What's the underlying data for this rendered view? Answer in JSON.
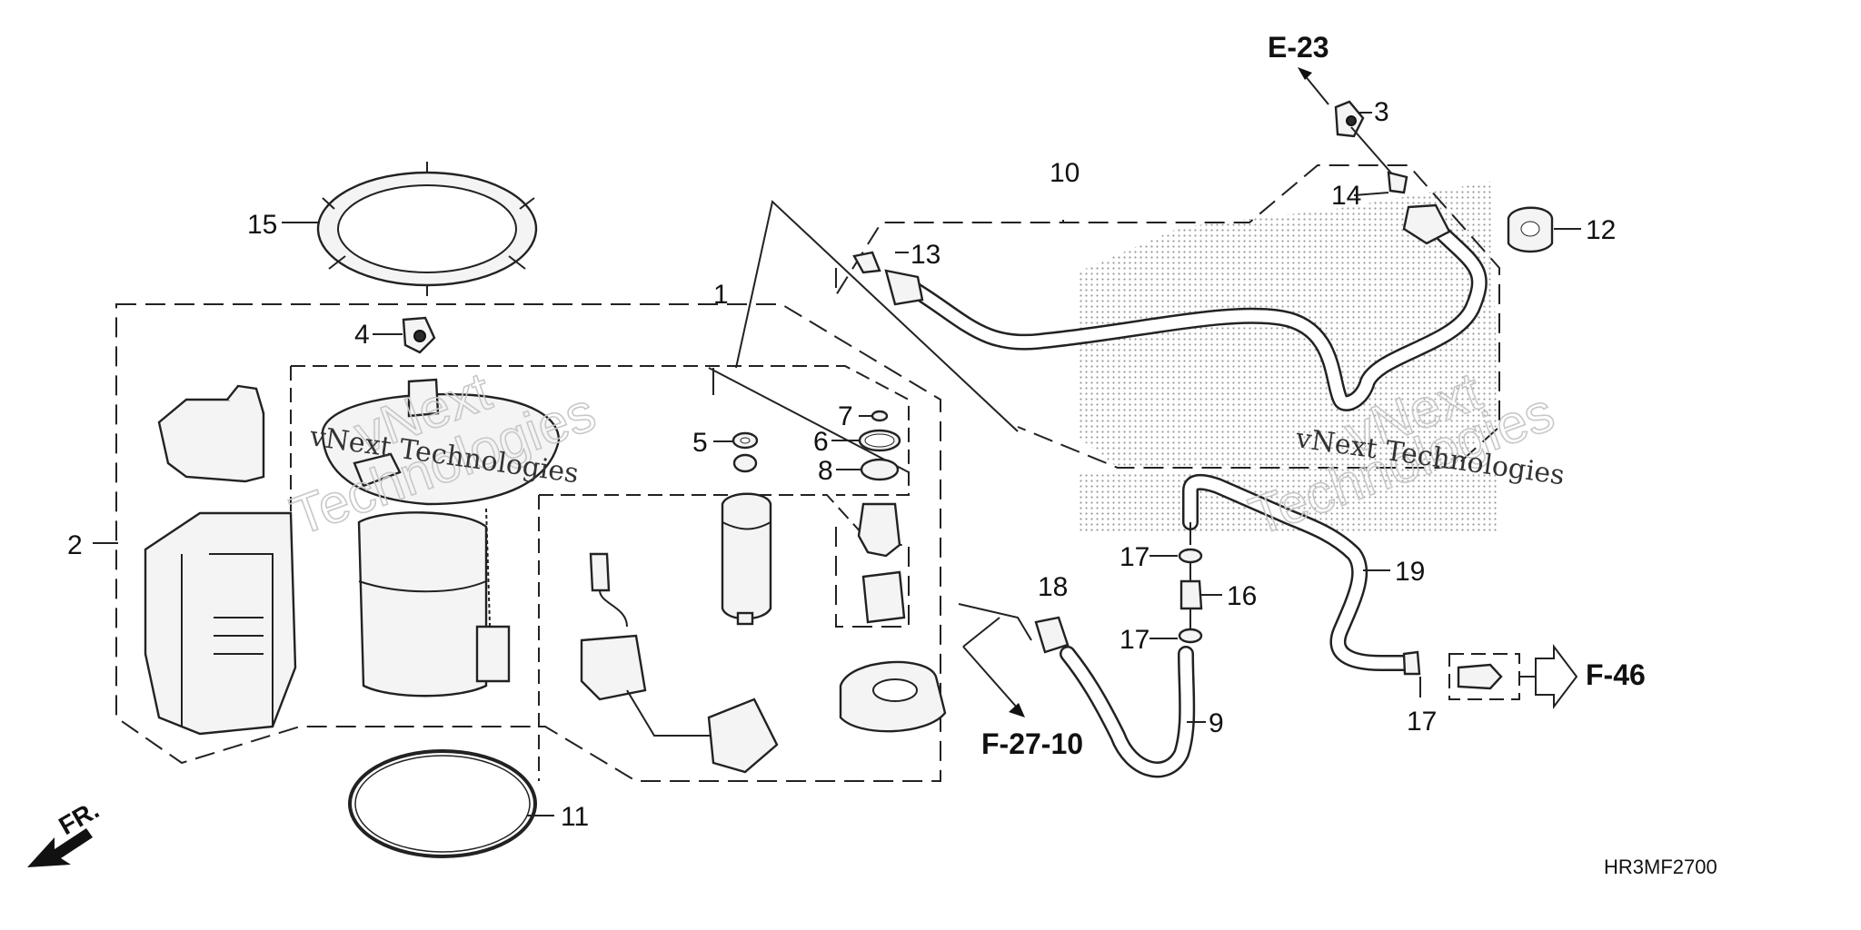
{
  "diagram": {
    "callouts": {
      "p1": "1",
      "p2": "2",
      "p3": "3",
      "p4": "4",
      "p5": "5",
      "p6": "6",
      "p7": "7",
      "p8": "8",
      "p9": "9",
      "p10": "10",
      "p11": "11",
      "p12": "12",
      "p13": "13",
      "p14": "14",
      "p15": "15",
      "p16": "16",
      "p17a": "17",
      "p17b": "17",
      "p17c": "17",
      "p18": "18",
      "p19": "19"
    },
    "references": {
      "e23": "E-23",
      "f46": "F-46",
      "f2710": "F-27-10"
    },
    "front_label": "FR.",
    "diagram_code": "HR3MF2700",
    "watermark": {
      "company": "vNext Technologies",
      "outline_top": "vNext",
      "outline_bottom": "Technologies"
    }
  }
}
